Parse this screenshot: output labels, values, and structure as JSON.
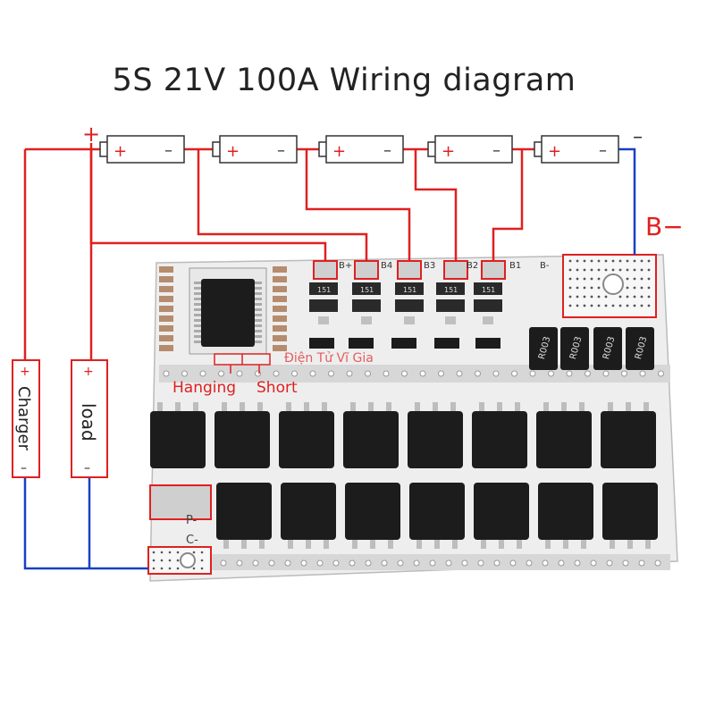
{
  "title": "5S 21V 100A Wiring diagram",
  "colors": {
    "wire_positive": "#e02020",
    "wire_negative": "#1a3fc4",
    "board_white": "#f2f2f2",
    "chip": "#1c1c1c",
    "label_red": "#e02020"
  },
  "battery": {
    "pack_plus": "+",
    "pack_minus": "–",
    "cells": [
      {
        "plus": "+",
        "minus": "–"
      },
      {
        "plus": "+",
        "minus": "–"
      },
      {
        "plus": "+",
        "minus": "–"
      },
      {
        "plus": "+",
        "minus": "–"
      },
      {
        "plus": "+",
        "minus": "–"
      }
    ]
  },
  "board": {
    "pad_labels": [
      "B+",
      "B4",
      "B3",
      "B2",
      "B1",
      "B-"
    ],
    "bminus_callout": "B−",
    "resistors": [
      "R003",
      "R003",
      "R003",
      "R003"
    ],
    "small_resistor": "151",
    "watermark": "Điện Tử Vĩ Gia",
    "switch_left": "Hanging",
    "switch_right": "Short",
    "side_labels": [
      "P-",
      "C-"
    ],
    "mosfet_rows": 2,
    "mosfet_cols": 8
  },
  "charger": {
    "label": "Charger",
    "plus": "+",
    "minus": "–"
  },
  "load": {
    "label": "load",
    "plus": "+",
    "minus": "–"
  }
}
